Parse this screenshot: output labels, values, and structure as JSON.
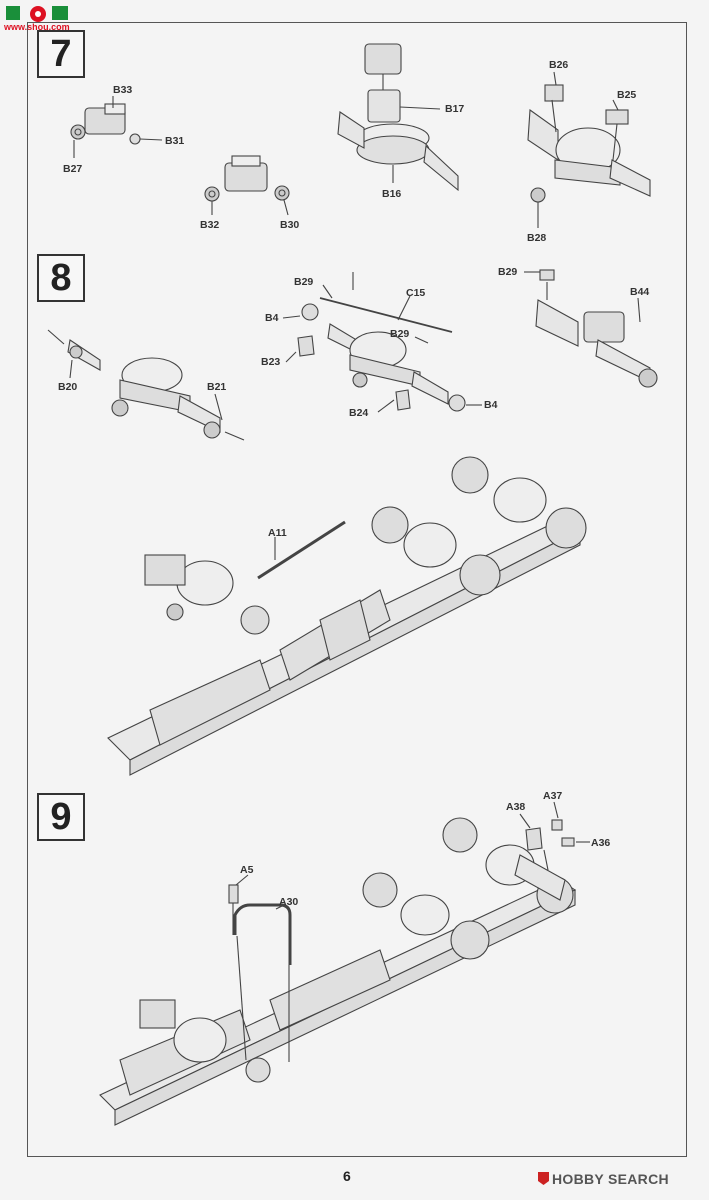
{
  "watermark": {
    "site": "www.shou.com"
  },
  "steps": [
    {
      "number": "7"
    },
    {
      "number": "8"
    },
    {
      "number": "9"
    }
  ],
  "labels": {
    "s7": {
      "b33": "B33",
      "b31": "B31",
      "b27": "B27",
      "b32": "B32",
      "b30": "B30",
      "b17": "B17",
      "b16": "B16",
      "b26": "B26",
      "b25": "B25",
      "b28": "B28"
    },
    "s8": {
      "b29a": "B29",
      "c15": "C15",
      "b4a": "B4",
      "b29b": "B29",
      "b23": "B23",
      "b24": "B24",
      "b4b": "B4",
      "b20": "B20",
      "b21": "B21",
      "b29c": "B29",
      "b44": "B44"
    },
    "chassis": {
      "a11": "A11"
    },
    "s9": {
      "a38": "A38",
      "a37": "A37",
      "a36": "A36",
      "a5": "A5",
      "a30": "A30"
    }
  },
  "footer": {
    "page": "6",
    "brand": "HOBBY SEARCH"
  }
}
